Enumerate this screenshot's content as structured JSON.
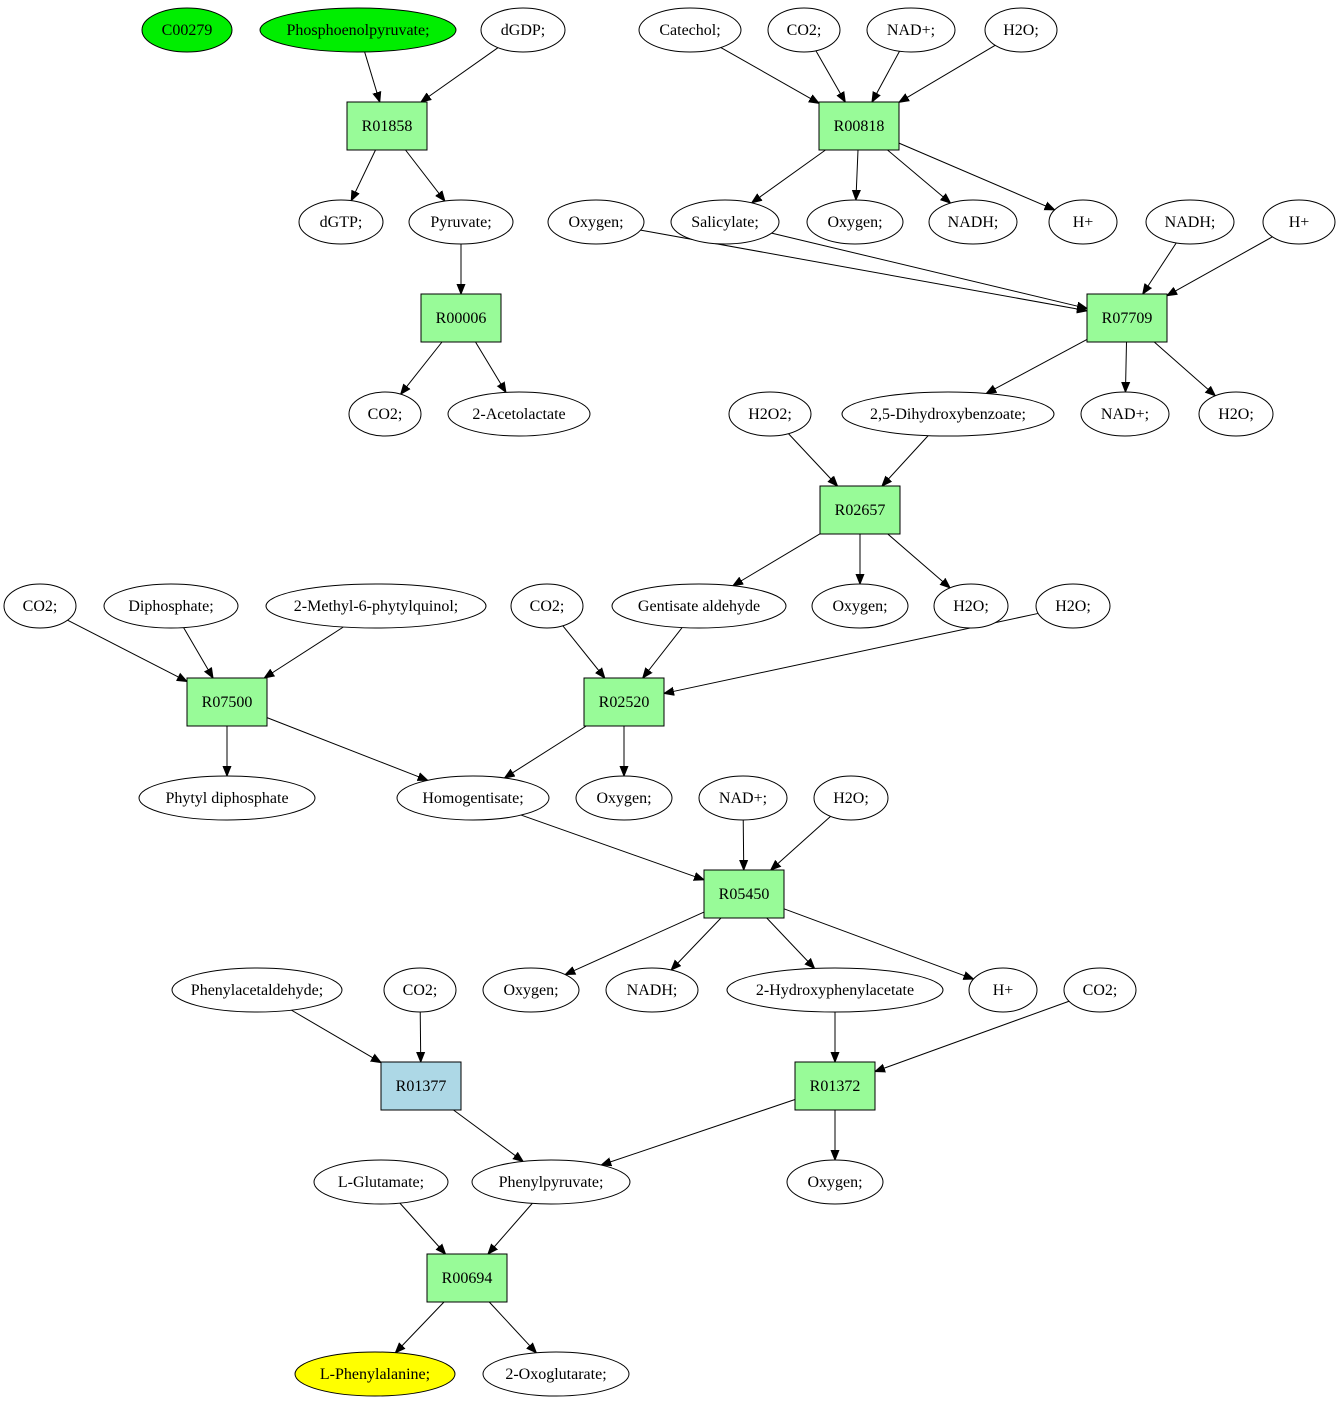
{
  "colors": {
    "compound": "#ffffff",
    "start_compound": "#00ee00",
    "target_compound": "#ffff00",
    "reaction": "#98fb98",
    "reaction_highlight": "#add8e6",
    "edge": "#000000"
  },
  "nodes": [
    {
      "id": "c_C00279",
      "label": "C00279",
      "kind": "start_compound"
    },
    {
      "id": "c_pep",
      "label": "Phosphoenolpyruvate;",
      "kind": "start_compound"
    },
    {
      "id": "c_dgdp",
      "label": "dGDP;",
      "kind": "compound"
    },
    {
      "id": "c_catechol",
      "label": "Catechol;",
      "kind": "compound"
    },
    {
      "id": "c_co2_a",
      "label": "CO2;",
      "kind": "compound"
    },
    {
      "id": "c_nadp_a",
      "label": "NAD+;",
      "kind": "compound"
    },
    {
      "id": "c_h2o_a",
      "label": "H2O;",
      "kind": "compound"
    },
    {
      "id": "r_R01858",
      "label": "R01858",
      "kind": "reaction"
    },
    {
      "id": "r_R00818",
      "label": "R00818",
      "kind": "reaction"
    },
    {
      "id": "c_dgtp",
      "label": "dGTP;",
      "kind": "compound"
    },
    {
      "id": "c_pyruvate",
      "label": "Pyruvate;",
      "kind": "compound"
    },
    {
      "id": "c_oxygen_a",
      "label": "Oxygen;",
      "kind": "compound"
    },
    {
      "id": "c_salicylate",
      "label": "Salicylate;",
      "kind": "compound"
    },
    {
      "id": "c_oxygen_b",
      "label": "Oxygen;",
      "kind": "compound"
    },
    {
      "id": "c_nadh_a",
      "label": "NADH;",
      "kind": "compound"
    },
    {
      "id": "c_hplus_a",
      "label": "H+",
      "kind": "compound"
    },
    {
      "id": "c_nadh_b",
      "label": "NADH;",
      "kind": "compound"
    },
    {
      "id": "c_hplus_b",
      "label": "H+",
      "kind": "compound"
    },
    {
      "id": "r_R00006",
      "label": "R00006",
      "kind": "reaction"
    },
    {
      "id": "r_R07709",
      "label": "R07709",
      "kind": "reaction"
    },
    {
      "id": "c_co2_b",
      "label": "CO2;",
      "kind": "compound"
    },
    {
      "id": "c_acetolactate",
      "label": "2-Acetolactate",
      "kind": "compound"
    },
    {
      "id": "c_h2o2",
      "label": "H2O2;",
      "kind": "compound"
    },
    {
      "id": "c_dhb",
      "label": "2,5-Dihydroxybenzoate;",
      "kind": "compound"
    },
    {
      "id": "c_nadp_b",
      "label": "NAD+;",
      "kind": "compound"
    },
    {
      "id": "c_h2o_b",
      "label": "H2O;",
      "kind": "compound"
    },
    {
      "id": "r_R02657",
      "label": "R02657",
      "kind": "reaction"
    },
    {
      "id": "c_co2_c",
      "label": "CO2;",
      "kind": "compound"
    },
    {
      "id": "c_diphosphate",
      "label": "Diphosphate;",
      "kind": "compound"
    },
    {
      "id": "c_mpq",
      "label": "2-Methyl-6-phytylquinol;",
      "kind": "compound"
    },
    {
      "id": "c_co2_d",
      "label": "CO2;",
      "kind": "compound"
    },
    {
      "id": "c_gentisald",
      "label": "Gentisate aldehyde",
      "kind": "compound"
    },
    {
      "id": "c_oxygen_c",
      "label": "Oxygen;",
      "kind": "compound"
    },
    {
      "id": "c_h2o_c",
      "label": "H2O;",
      "kind": "compound"
    },
    {
      "id": "c_h2o_d",
      "label": "H2O;",
      "kind": "compound"
    },
    {
      "id": "r_R07500",
      "label": "R07500",
      "kind": "reaction"
    },
    {
      "id": "r_R02520",
      "label": "R02520",
      "kind": "reaction"
    },
    {
      "id": "c_phytyldp",
      "label": "Phytyl diphosphate",
      "kind": "compound"
    },
    {
      "id": "c_homogentisate",
      "label": "Homogentisate;",
      "kind": "compound"
    },
    {
      "id": "c_oxygen_d",
      "label": "Oxygen;",
      "kind": "compound"
    },
    {
      "id": "c_nadp_c",
      "label": "NAD+;",
      "kind": "compound"
    },
    {
      "id": "c_h2o_e",
      "label": "H2O;",
      "kind": "compound"
    },
    {
      "id": "r_R05450",
      "label": "R05450",
      "kind": "reaction"
    },
    {
      "id": "c_phenylacetaldehyde",
      "label": "Phenylacetaldehyde;",
      "kind": "compound"
    },
    {
      "id": "c_co2_e",
      "label": "CO2;",
      "kind": "compound"
    },
    {
      "id": "c_oxygen_e",
      "label": "Oxygen;",
      "kind": "compound"
    },
    {
      "id": "c_nadh_c",
      "label": "NADH;",
      "kind": "compound"
    },
    {
      "id": "c_hpa",
      "label": "2-Hydroxyphenylacetate",
      "kind": "compound"
    },
    {
      "id": "c_hplus_c",
      "label": "H+",
      "kind": "compound"
    },
    {
      "id": "c_co2_f",
      "label": "CO2;",
      "kind": "compound"
    },
    {
      "id": "r_R01377",
      "label": "R01377",
      "kind": "reaction_highlight"
    },
    {
      "id": "r_R01372",
      "label": "R01372",
      "kind": "reaction"
    },
    {
      "id": "c_glutamate",
      "label": "L-Glutamate;",
      "kind": "compound"
    },
    {
      "id": "c_phenylpyruvate",
      "label": "Phenylpyruvate;",
      "kind": "compound"
    },
    {
      "id": "c_oxygen_f",
      "label": "Oxygen;",
      "kind": "compound"
    },
    {
      "id": "r_R00694",
      "label": "R00694",
      "kind": "reaction"
    },
    {
      "id": "c_phenylalanine",
      "label": "L-Phenylalanine;",
      "kind": "target_compound"
    },
    {
      "id": "c_oxoglutarate",
      "label": "2-Oxoglutarate;",
      "kind": "compound"
    }
  ],
  "edges": [
    {
      "from": "c_pep",
      "to": "r_R01858"
    },
    {
      "from": "c_dgdp",
      "to": "r_R01858"
    },
    {
      "from": "r_R01858",
      "to": "c_dgtp"
    },
    {
      "from": "r_R01858",
      "to": "c_pyruvate"
    },
    {
      "from": "c_pyruvate",
      "to": "r_R00006"
    },
    {
      "from": "r_R00006",
      "to": "c_co2_b"
    },
    {
      "from": "r_R00006",
      "to": "c_acetolactate"
    },
    {
      "from": "c_catechol",
      "to": "r_R00818"
    },
    {
      "from": "c_co2_a",
      "to": "r_R00818"
    },
    {
      "from": "c_nadp_a",
      "to": "r_R00818"
    },
    {
      "from": "c_h2o_a",
      "to": "r_R00818"
    },
    {
      "from": "r_R00818",
      "to": "c_salicylate"
    },
    {
      "from": "r_R00818",
      "to": "c_oxygen_b"
    },
    {
      "from": "r_R00818",
      "to": "c_nadh_a"
    },
    {
      "from": "r_R00818",
      "to": "c_hplus_a"
    },
    {
      "from": "c_oxygen_a",
      "to": "r_R07709"
    },
    {
      "from": "c_salicylate",
      "to": "r_R07709"
    },
    {
      "from": "c_nadh_b",
      "to": "r_R07709"
    },
    {
      "from": "c_hplus_b",
      "to": "r_R07709"
    },
    {
      "from": "r_R07709",
      "to": "c_dhb"
    },
    {
      "from": "r_R07709",
      "to": "c_nadp_b"
    },
    {
      "from": "r_R07709",
      "to": "c_h2o_b"
    },
    {
      "from": "c_h2o2",
      "to": "r_R02657"
    },
    {
      "from": "c_dhb",
      "to": "r_R02657"
    },
    {
      "from": "r_R02657",
      "to": "c_gentisald"
    },
    {
      "from": "r_R02657",
      "to": "c_oxygen_c"
    },
    {
      "from": "r_R02657",
      "to": "c_h2o_c"
    },
    {
      "from": "c_co2_c",
      "to": "r_R07500"
    },
    {
      "from": "c_diphosphate",
      "to": "r_R07500"
    },
    {
      "from": "c_mpq",
      "to": "r_R07500"
    },
    {
      "from": "r_R07500",
      "to": "c_phytyldp"
    },
    {
      "from": "r_R07500",
      "to": "c_homogentisate"
    },
    {
      "from": "c_co2_d",
      "to": "r_R02520"
    },
    {
      "from": "c_gentisald",
      "to": "r_R02520"
    },
    {
      "from": "c_h2o_d",
      "to": "r_R02520"
    },
    {
      "from": "r_R02520",
      "to": "c_homogentisate"
    },
    {
      "from": "r_R02520",
      "to": "c_oxygen_d"
    },
    {
      "from": "c_homogentisate",
      "to": "r_R05450"
    },
    {
      "from": "c_nadp_c",
      "to": "r_R05450"
    },
    {
      "from": "c_h2o_e",
      "to": "r_R05450"
    },
    {
      "from": "r_R05450",
      "to": "c_oxygen_e"
    },
    {
      "from": "r_R05450",
      "to": "c_nadh_c"
    },
    {
      "from": "r_R05450",
      "to": "c_hpa"
    },
    {
      "from": "r_R05450",
      "to": "c_hplus_c"
    },
    {
      "from": "c_phenylacetaldehyde",
      "to": "r_R01377"
    },
    {
      "from": "c_co2_e",
      "to": "r_R01377"
    },
    {
      "from": "r_R01377",
      "to": "c_phenylpyruvate"
    },
    {
      "from": "c_hpa",
      "to": "r_R01372"
    },
    {
      "from": "c_co2_f",
      "to": "r_R01372"
    },
    {
      "from": "r_R01372",
      "to": "c_phenylpyruvate"
    },
    {
      "from": "r_R01372",
      "to": "c_oxygen_f"
    },
    {
      "from": "c_glutamate",
      "to": "r_R00694"
    },
    {
      "from": "c_phenylpyruvate",
      "to": "r_R00694"
    },
    {
      "from": "r_R00694",
      "to": "c_phenylalanine"
    },
    {
      "from": "r_R00694",
      "to": "c_oxoglutarate"
    }
  ]
}
